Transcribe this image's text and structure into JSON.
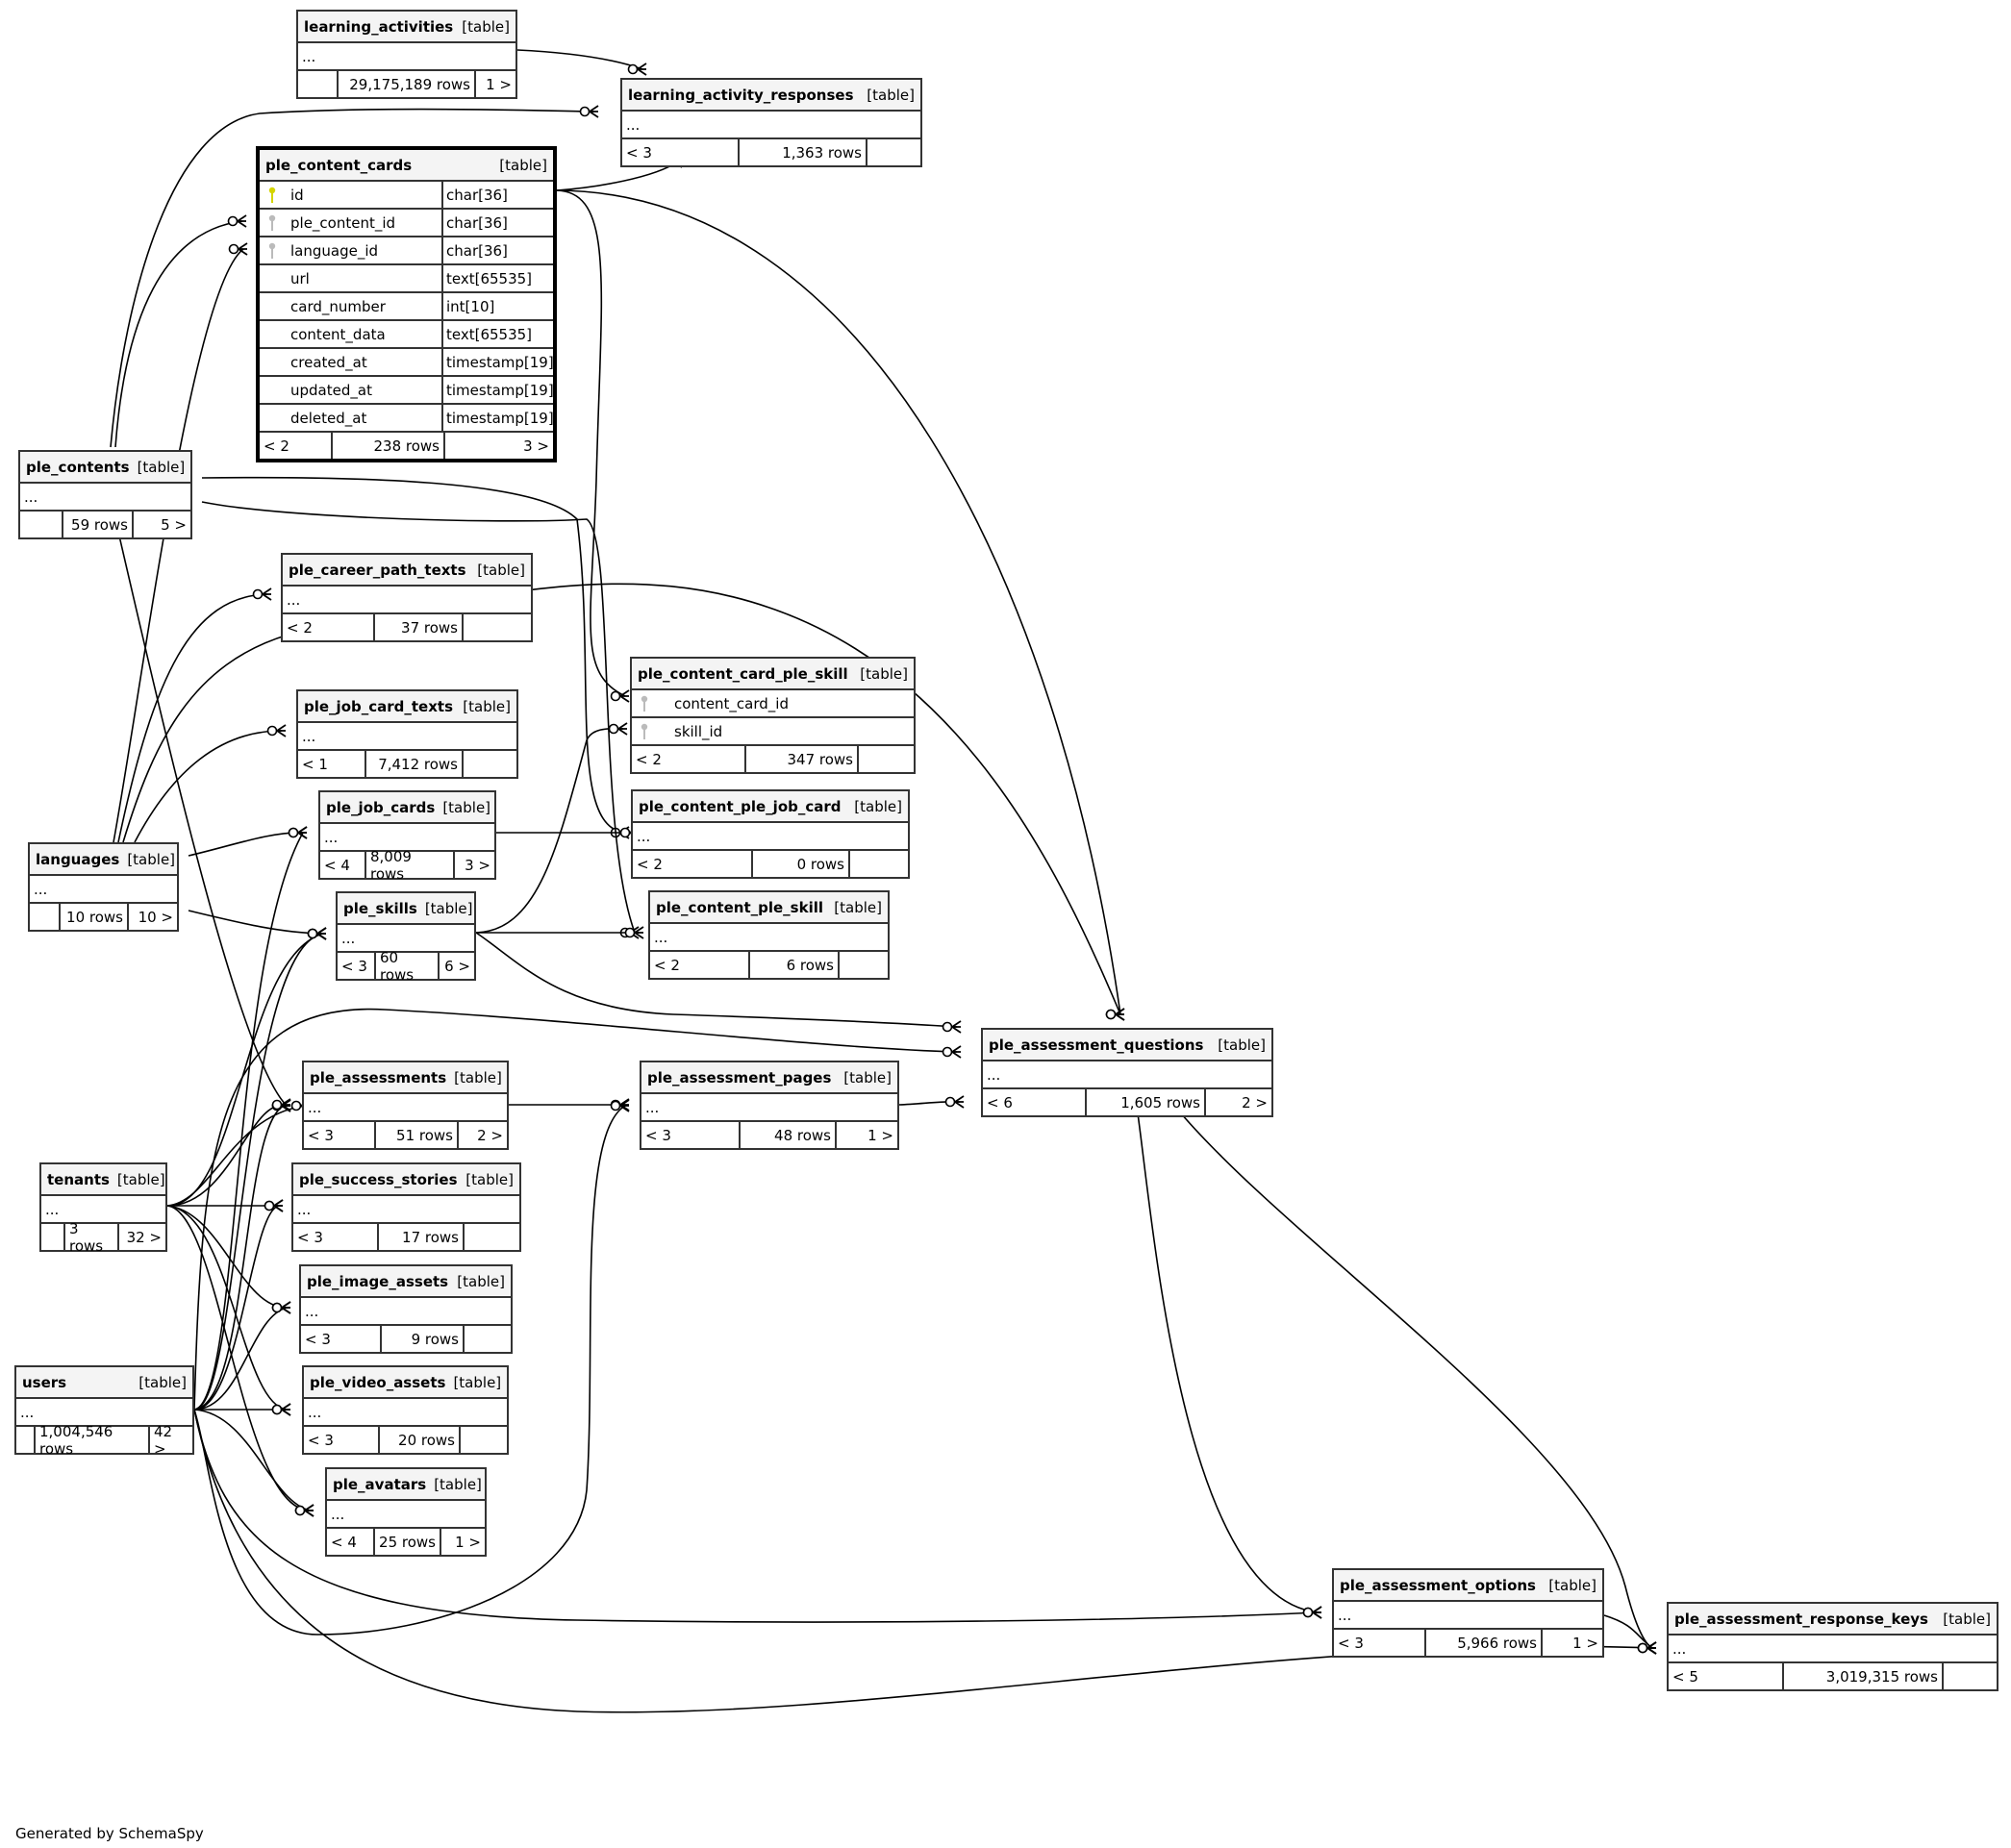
{
  "footer": "Generated by SchemaSpy",
  "table_kind": "[table]",
  "ellipsis": "...",
  "tables": {
    "learning_activities": {
      "name": "learning_activities",
      "parents": "",
      "rows": "29,175,189 rows",
      "children": "1 >"
    },
    "learning_activity_responses": {
      "name": "learning_activity_responses",
      "parents": "< 3",
      "rows": "1,363 rows",
      "children": ""
    },
    "ple_content_cards": {
      "name": "ple_content_cards",
      "parents": "< 2",
      "rows": "238 rows",
      "children": "3 >",
      "columns": [
        {
          "name": "id",
          "type": "char[36]",
          "key": "primary-key"
        },
        {
          "name": "ple_content_id",
          "type": "char[36]",
          "key": "foreign-key"
        },
        {
          "name": "language_id",
          "type": "char[36]",
          "key": "foreign-key"
        },
        {
          "name": "url",
          "type": "text[65535]",
          "key": ""
        },
        {
          "name": "card_number",
          "type": "int[10]",
          "key": ""
        },
        {
          "name": "content_data",
          "type": "text[65535]",
          "key": ""
        },
        {
          "name": "created_at",
          "type": "timestamp[19]",
          "key": ""
        },
        {
          "name": "updated_at",
          "type": "timestamp[19]",
          "key": ""
        },
        {
          "name": "deleted_at",
          "type": "timestamp[19]",
          "key": ""
        }
      ]
    },
    "ple_contents": {
      "name": "ple_contents",
      "parents": "",
      "rows": "59 rows",
      "children": "5 >"
    },
    "ple_career_path_texts": {
      "name": "ple_career_path_texts",
      "parents": "< 2",
      "rows": "37 rows",
      "children": ""
    },
    "ple_content_card_ple_skill": {
      "name": "ple_content_card_ple_skill",
      "parents": "< 2",
      "rows": "347 rows",
      "children": "",
      "columns": [
        {
          "name": "content_card_id",
          "key": "foreign-key"
        },
        {
          "name": "skill_id",
          "key": "foreign-key"
        }
      ]
    },
    "ple_job_card_texts": {
      "name": "ple_job_card_texts",
      "parents": "< 1",
      "rows": "7,412 rows",
      "children": ""
    },
    "ple_job_cards": {
      "name": "ple_job_cards",
      "parents": "< 4",
      "rows": "8,009 rows",
      "children": "3 >"
    },
    "ple_content_ple_job_card": {
      "name": "ple_content_ple_job_card",
      "parents": "< 2",
      "rows": "0 rows",
      "children": ""
    },
    "languages": {
      "name": "languages",
      "parents": "",
      "rows": "10 rows",
      "children": "10 >"
    },
    "ple_skills": {
      "name": "ple_skills",
      "parents": "< 3",
      "rows": "60 rows",
      "children": "6 >"
    },
    "ple_content_ple_skill": {
      "name": "ple_content_ple_skill",
      "parents": "< 2",
      "rows": "6 rows",
      "children": ""
    },
    "ple_assessment_questions": {
      "name": "ple_assessment_questions",
      "parents": "< 6",
      "rows": "1,605 rows",
      "children": "2 >"
    },
    "ple_assessments": {
      "name": "ple_assessments",
      "parents": "< 3",
      "rows": "51 rows",
      "children": "2 >"
    },
    "ple_assessment_pages": {
      "name": "ple_assessment_pages",
      "parents": "< 3",
      "rows": "48 rows",
      "children": "1 >"
    },
    "tenants": {
      "name": "tenants",
      "parents": "",
      "rows": "3 rows",
      "children": "32 >"
    },
    "ple_success_stories": {
      "name": "ple_success_stories",
      "parents": "< 3",
      "rows": "17 rows",
      "children": ""
    },
    "ple_image_assets": {
      "name": "ple_image_assets",
      "parents": "< 3",
      "rows": "9 rows",
      "children": ""
    },
    "users": {
      "name": "users",
      "parents": "",
      "rows": "1,004,546 rows",
      "children": "42 >"
    },
    "ple_video_assets": {
      "name": "ple_video_assets",
      "parents": "< 3",
      "rows": "20 rows",
      "children": ""
    },
    "ple_avatars": {
      "name": "ple_avatars",
      "parents": "< 4",
      "rows": "25 rows",
      "children": "1 >"
    },
    "ple_assessment_options": {
      "name": "ple_assessment_options",
      "parents": "< 3",
      "rows": "5,966 rows",
      "children": "1 >"
    },
    "ple_assessment_response_keys": {
      "name": "ple_assessment_response_keys",
      "parents": "< 5",
      "rows": "3,019,315 rows",
      "children": ""
    }
  },
  "relationships": [
    {
      "from": "learning_activities",
      "to": "learning_activity_responses"
    },
    {
      "from": "ple_contents",
      "to": "learning_activity_responses"
    },
    {
      "from": "ple_content_cards",
      "to": "learning_activity_responses"
    },
    {
      "from": "ple_contents",
      "to": "ple_content_cards"
    },
    {
      "from": "languages",
      "to": "ple_content_cards"
    },
    {
      "from": "ple_content_cards",
      "to": "ple_assessment_questions"
    },
    {
      "from": "ple_content_cards",
      "to": "ple_content_card_ple_skill"
    },
    {
      "from": "ple_contents",
      "to": "ple_content_ple_job_card"
    },
    {
      "from": "ple_contents",
      "to": "ple_content_ple_skill"
    },
    {
      "from": "ple_contents",
      "to": "ple_assessments"
    },
    {
      "from": "languages",
      "to": "ple_career_path_texts"
    },
    {
      "from": "languages",
      "to": "ple_job_card_texts"
    },
    {
      "from": "languages",
      "to": "ple_job_cards"
    },
    {
      "from": "languages",
      "to": "ple_skills"
    },
    {
      "from": "languages",
      "to": "ple_assessment_questions"
    },
    {
      "from": "ple_job_cards",
      "to": "ple_content_ple_job_card"
    },
    {
      "from": "ple_skills",
      "to": "ple_content_card_ple_skill"
    },
    {
      "from": "ple_skills",
      "to": "ple_content_ple_skill"
    },
    {
      "from": "ple_skills",
      "to": "ple_assessment_questions"
    },
    {
      "from": "ple_assessments",
      "to": "ple_assessment_pages"
    },
    {
      "from": "ple_assessment_pages",
      "to": "ple_assessment_questions"
    },
    {
      "from": "ple_assessment_questions",
      "to": "ple_assessment_options"
    },
    {
      "from": "ple_assessment_questions",
      "to": "ple_assessment_response_keys"
    },
    {
      "from": "ple_assessment_options",
      "to": "ple_assessment_response_keys"
    },
    {
      "from": "tenants",
      "to": "ple_job_cards"
    },
    {
      "from": "tenants",
      "to": "ple_skills"
    },
    {
      "from": "tenants",
      "to": "ple_assessments"
    },
    {
      "from": "tenants",
      "to": "ple_success_stories"
    },
    {
      "from": "tenants",
      "to": "ple_image_assets"
    },
    {
      "from": "tenants",
      "to": "ple_video_assets"
    },
    {
      "from": "tenants",
      "to": "ple_avatars"
    },
    {
      "from": "users",
      "to": "ple_job_cards"
    },
    {
      "from": "users",
      "to": "ple_skills"
    },
    {
      "from": "users",
      "to": "ple_assessments"
    },
    {
      "from": "users",
      "to": "ple_success_stories"
    },
    {
      "from": "users",
      "to": "ple_image_assets"
    },
    {
      "from": "users",
      "to": "ple_video_assets"
    },
    {
      "from": "users",
      "to": "ple_avatars"
    },
    {
      "from": "users",
      "to": "ple_assessment_pages"
    },
    {
      "from": "users",
      "to": "ple_assessment_questions"
    },
    {
      "from": "users",
      "to": "ple_assessment_options"
    },
    {
      "from": "users",
      "to": "ple_assessment_response_keys"
    }
  ]
}
